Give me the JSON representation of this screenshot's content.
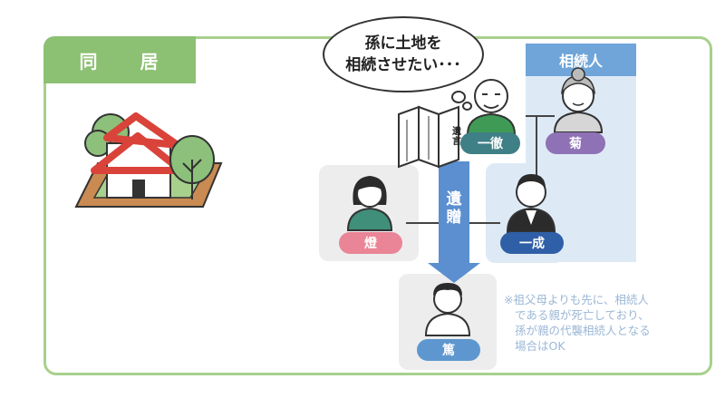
{
  "section": {
    "title": "同 居"
  },
  "thought": {
    "line1": "孫に土地を",
    "line2": "相続させたい･･･"
  },
  "heirs_group": {
    "title": "相続人"
  },
  "will": {
    "label": "遺言"
  },
  "arrow": {
    "label": "遺贈"
  },
  "people": {
    "grandfather": "一徹",
    "grandmother": "菊",
    "son": "一成",
    "daughter_in_law": "燈",
    "grandson": "篤"
  },
  "note": {
    "lines": [
      "※祖父母よりも先に、相続人",
      "である親が死亡しており、",
      "孫が親の代襲相続人となる",
      "場合はOK"
    ]
  },
  "colors": {
    "frame_green": "#a8d08d",
    "tab_green": "#8cc072",
    "heir_blue": "#6fa5d9",
    "heir_panel": "#ddeaf6",
    "arrow_blue": "#5b8fd0",
    "teal": "#3f7f86",
    "purple": "#8e72b5",
    "navy": "#2f5fa6",
    "pink": "#e98596",
    "sky": "#5e97cf",
    "note_text": "#9bb7d6",
    "roof_red": "#d9433a"
  }
}
